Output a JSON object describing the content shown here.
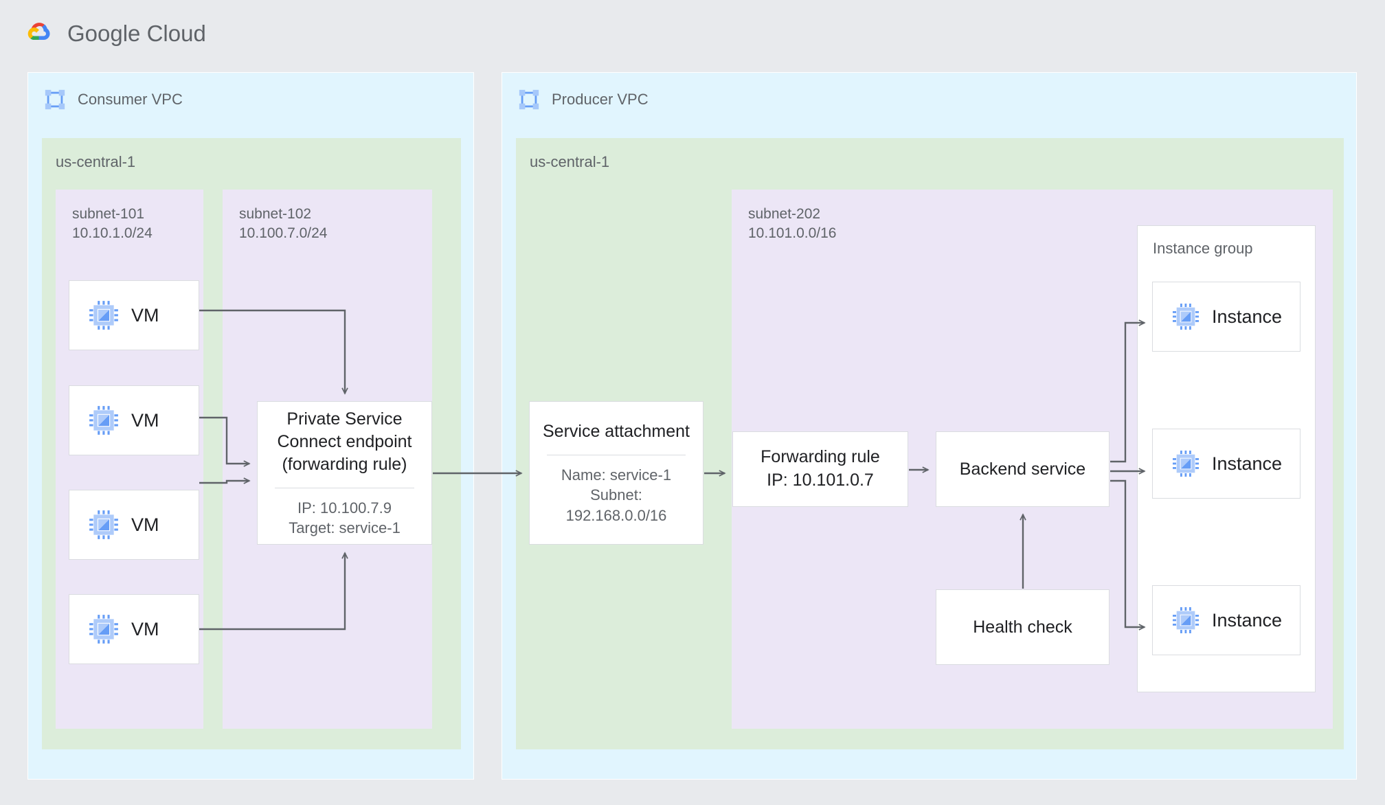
{
  "brand": {
    "text_google": "Google",
    "text_cloud": "Cloud",
    "logo_icon": "google-cloud-logo"
  },
  "consumer_vpc": {
    "title": "Consumer VPC",
    "icon": "vpc-network-icon",
    "region": {
      "title": "us-central-1"
    },
    "subnet_101": {
      "title": "subnet-101\n10.10.1.0/24",
      "name": "subnet-101",
      "cidr": "10.10.1.0/24",
      "vms": [
        {
          "label": "VM",
          "icon": "compute-instance-icon"
        },
        {
          "label": "VM",
          "icon": "compute-instance-icon"
        },
        {
          "label": "VM",
          "icon": "compute-instance-icon"
        },
        {
          "label": "VM",
          "icon": "compute-instance-icon"
        }
      ]
    },
    "subnet_102": {
      "title": "subnet-102\n10.100.7.0/24",
      "name": "subnet-102",
      "cidr": "10.100.7.0/24",
      "psc_endpoint": {
        "title": "Private Service\nConnect endpoint\n(forwarding rule)",
        "details": "IP: 10.100.7.9\nTarget: service-1"
      }
    }
  },
  "producer_vpc": {
    "title": "Producer VPC",
    "icon": "vpc-network-icon",
    "region": {
      "title": "us-central-1"
    },
    "service_attachment": {
      "title": "Service attachment",
      "details": "Name: service-1\nSubnet:\n192.168.0.0/16"
    },
    "subnet_202": {
      "title": "subnet-202\n10.101.0.0/16",
      "name": "subnet-202",
      "cidr": "10.101.0.0/16",
      "forwarding_rule": {
        "label": "Forwarding rule\nIP: 10.101.0.7"
      },
      "backend_service": {
        "label": "Backend service"
      },
      "health_check": {
        "label": "Health check"
      },
      "instance_group": {
        "title": "Instance group",
        "instances": [
          {
            "label": "Instance",
            "icon": "compute-instance-icon"
          },
          {
            "label": "Instance",
            "icon": "compute-instance-icon"
          },
          {
            "label": "Instance",
            "icon": "compute-instance-icon"
          }
        ]
      }
    }
  },
  "colors": {
    "page_background": "#e8eaed",
    "vpc_background": "#e1f5fe",
    "region_background": "#dcedda",
    "subnet_background": "#ece6f6",
    "card_background": "#ffffff",
    "card_border": "#dadce0",
    "edge_stroke": "#5f6368",
    "text_primary": "#202124",
    "text_secondary": "#5f6368",
    "icon_blue": "#669df6"
  }
}
